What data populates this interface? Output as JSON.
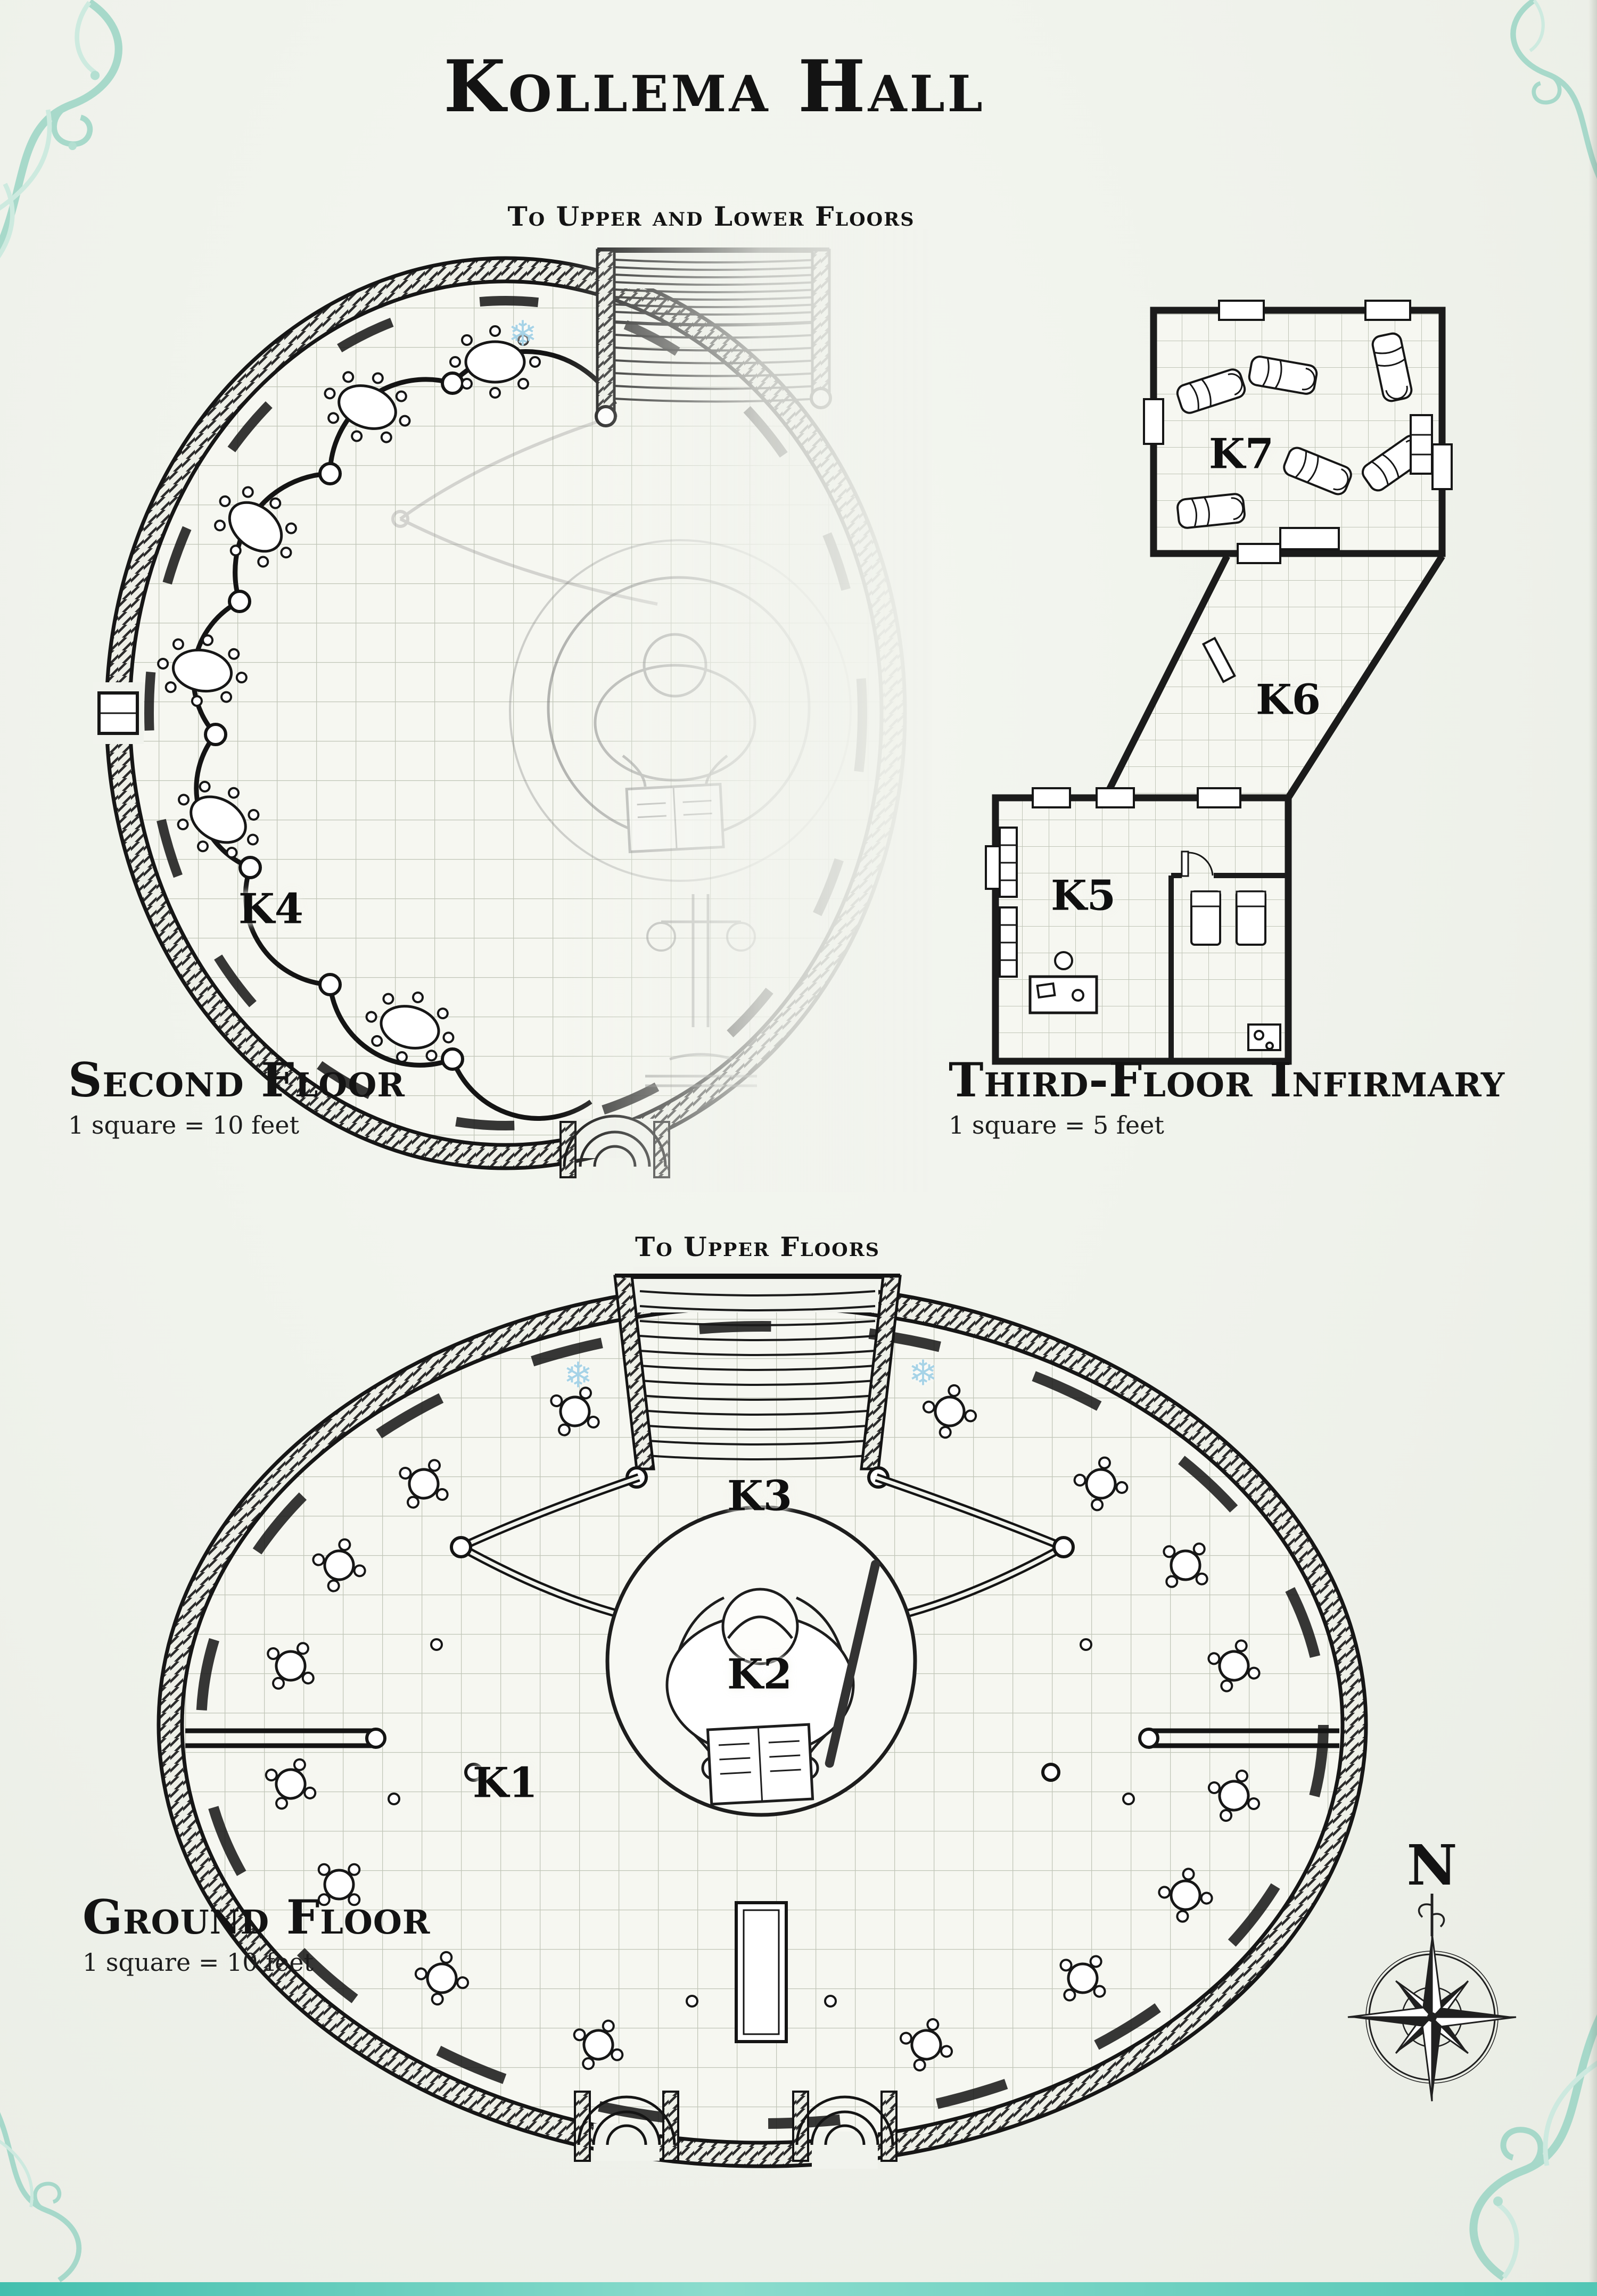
{
  "page": {
    "title": "Kollema Hall",
    "background": "#f1f3ed",
    "ink": "#141414",
    "accent_teal": "#63c6b5",
    "grid_color": "#c0c5b7",
    "snowflake_color": "#a6d3e7"
  },
  "second_floor": {
    "stair_label": "To Upper and Lower Floors",
    "caption": "Second Floor",
    "scale_note": "1 square = 10 feet",
    "rooms": {
      "k4": "K4"
    }
  },
  "infirmary": {
    "caption": "Third-Floor Infirmary",
    "scale_note": "1 square = 5 feet",
    "rooms": {
      "k5": "K5",
      "k6": "K6",
      "k7": "K7"
    }
  },
  "ground_floor": {
    "stair_label": "To Upper Floors",
    "caption": "Ground Floor",
    "scale_note": "1 square = 10 feet",
    "rooms": {
      "k1": "K1",
      "k2": "K2",
      "k3": "K3"
    }
  },
  "compass": {
    "north_label": "N"
  },
  "icons": {
    "snowflake_glyph": "❄"
  }
}
